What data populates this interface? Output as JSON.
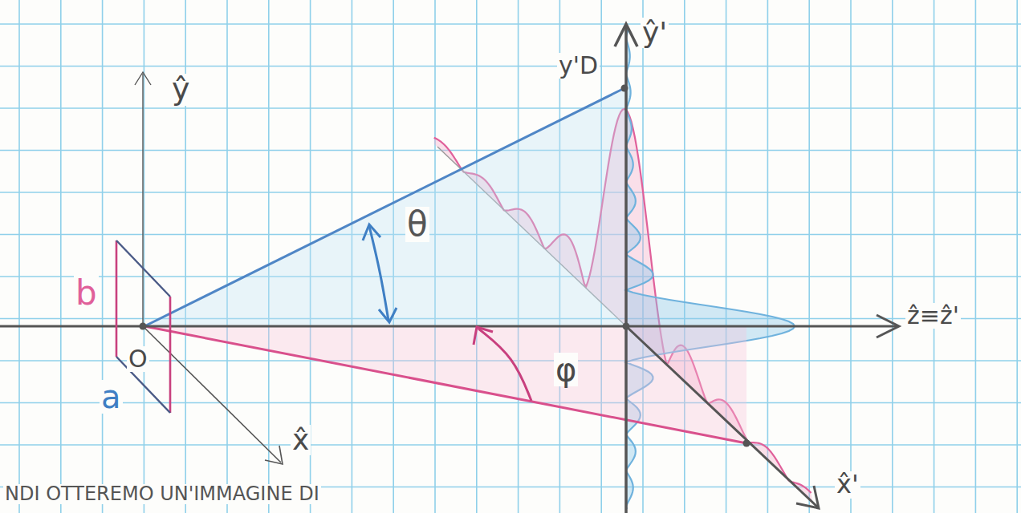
{
  "diagram": {
    "labels": [
      "ŷ",
      "b",
      "O",
      "a",
      "x̂",
      "ŷ'",
      "y'D",
      "θ",
      "φ",
      "ẑ≡ẑ'",
      "x̂'",
      "NDI OTTEREMO UN'IMMAGINE DI"
    ]
  }
}
